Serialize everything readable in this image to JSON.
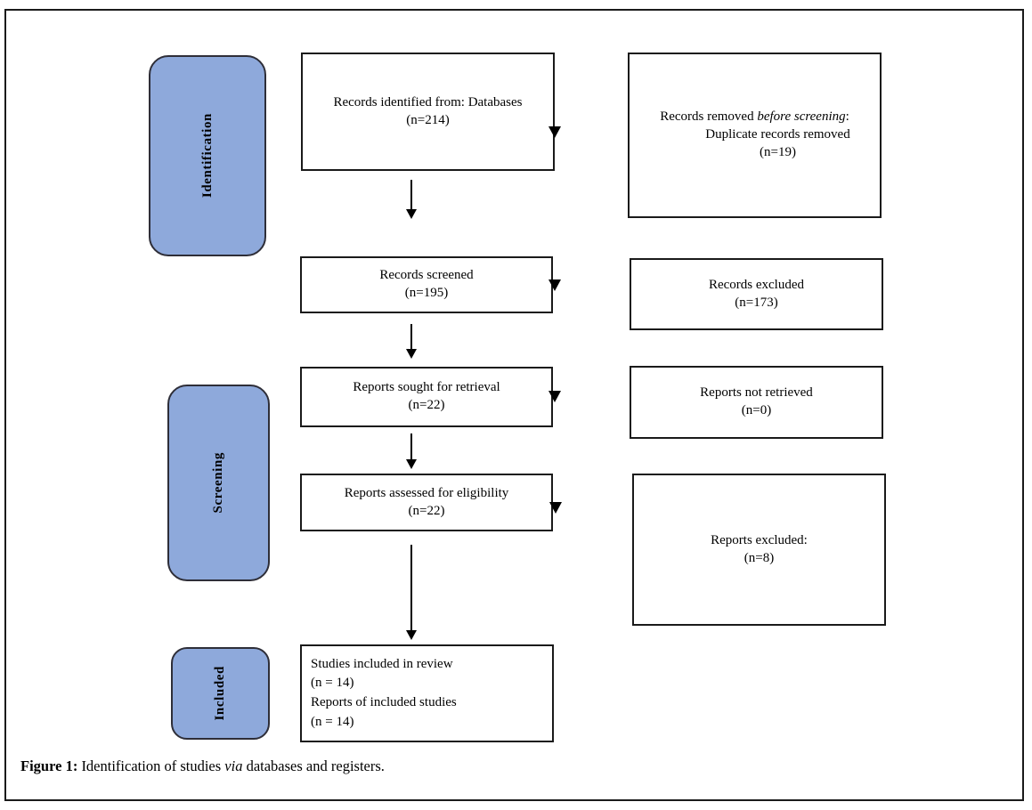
{
  "figure": {
    "stages": [
      {
        "label": "Identification"
      },
      {
        "label": "Screening"
      },
      {
        "label": "Included"
      }
    ],
    "main_flow": [
      {
        "lines": [
          "Records identified from: Databases",
          "(n=214)"
        ]
      },
      {
        "lines": [
          "Records screened",
          "(n=195)"
        ]
      },
      {
        "lines": [
          "Reports sought for retrieval",
          "(n=22)"
        ]
      },
      {
        "lines": [
          "Reports assessed for eligibility",
          "(n=22)"
        ]
      },
      {
        "lines": [
          "Studies included in review",
          "(n = 14)",
          "Reports of included studies",
          "(n = 14)"
        ]
      }
    ],
    "side_boxes": [
      {
        "line1_pre": "Records removed ",
        "line1_italic": "before screening",
        "line1_post": ":",
        "line2": "Duplicate records removed",
        "line3": "(n=19)"
      },
      {
        "line1": "Records excluded",
        "line2": "(n=173)"
      },
      {
        "line1": "Reports not retrieved",
        "line2": "(n=0)"
      },
      {
        "line1": "Reports excluded:",
        "line2": "(n=8)"
      }
    ],
    "caption": {
      "label": "Figure 1:",
      "pre_italic": " Identification of studies ",
      "italic": "via",
      "post_italic": " databases and registers."
    },
    "colors": {
      "stage_fill": "#8EA9DB",
      "stage_border": "#2e2e38",
      "box_border": "#1a1a1a"
    }
  }
}
